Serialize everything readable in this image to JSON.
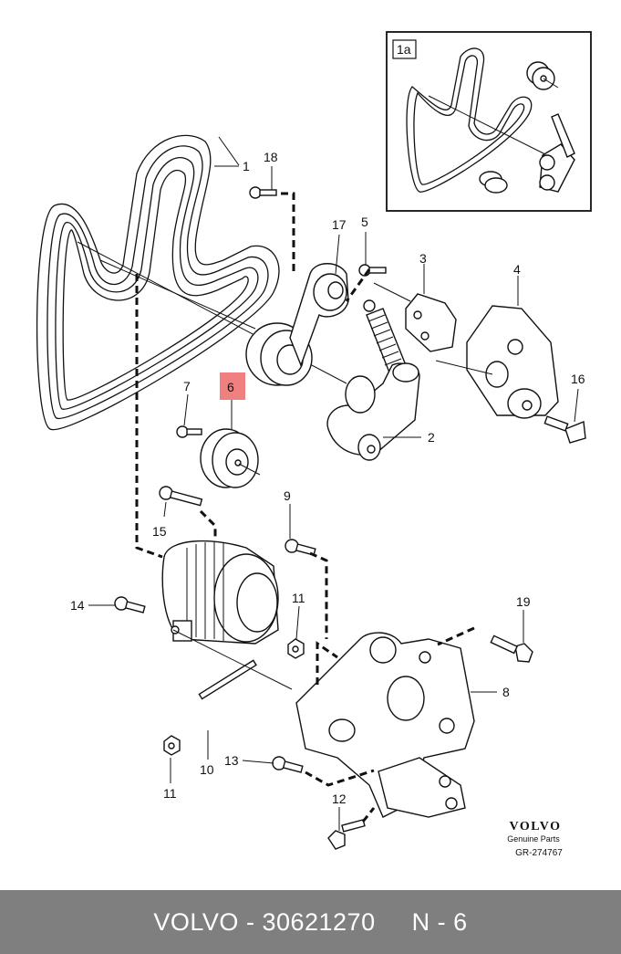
{
  "inset": {
    "label": "1a"
  },
  "callouts": [
    {
      "id": "c1",
      "text": "1"
    },
    {
      "id": "c2",
      "text": "2"
    },
    {
      "id": "c3",
      "text": "3"
    },
    {
      "id": "c4",
      "text": "4"
    },
    {
      "id": "c5",
      "text": "5"
    },
    {
      "id": "c6",
      "text": "6",
      "highlight": true
    },
    {
      "id": "c7",
      "text": "7"
    },
    {
      "id": "c8",
      "text": "8"
    },
    {
      "id": "c9",
      "text": "9"
    },
    {
      "id": "c10",
      "text": "10"
    },
    {
      "id": "c11a",
      "text": "11"
    },
    {
      "id": "c11b",
      "text": "11"
    },
    {
      "id": "c12",
      "text": "12"
    },
    {
      "id": "c13",
      "text": "13"
    },
    {
      "id": "c14",
      "text": "14"
    },
    {
      "id": "c15",
      "text": "15"
    },
    {
      "id": "c16",
      "text": "16"
    },
    {
      "id": "c17",
      "text": "17"
    },
    {
      "id": "c18",
      "text": "18"
    },
    {
      "id": "c19",
      "text": "19"
    }
  ],
  "brand": {
    "logo": "VOLVO",
    "subtitle": "Genuine Parts",
    "ref": "GR-274767"
  },
  "footer": {
    "brand": "VOLVO",
    "dash": "-",
    "part_number": "30621270",
    "position": "N - 6"
  },
  "colors": {
    "highlight": "#f08080",
    "footer_bg": "#7f7f7f"
  }
}
